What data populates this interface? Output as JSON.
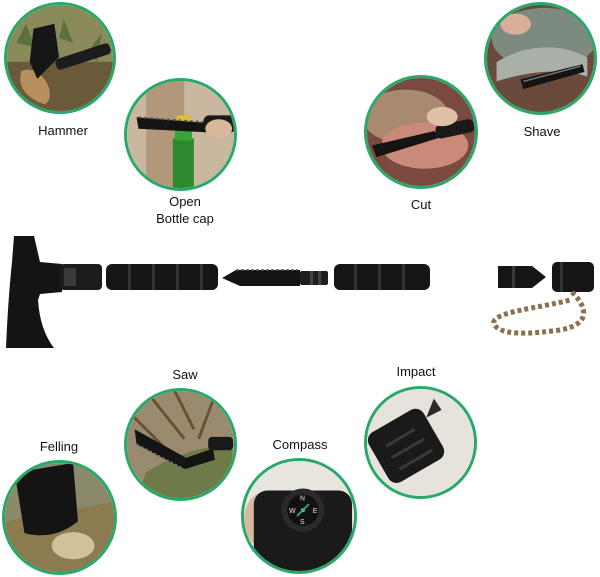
{
  "labels": {
    "hammer": "Hammer",
    "open_line1": "Open",
    "open_line2": "Bottle cap",
    "cut": "Cut",
    "shave": "Shave",
    "saw": "Saw",
    "impact": "Impact",
    "felling": "Felling",
    "compass": "Compass"
  },
  "colors": {
    "ring": "#2aa86a",
    "tool": "#141414"
  }
}
